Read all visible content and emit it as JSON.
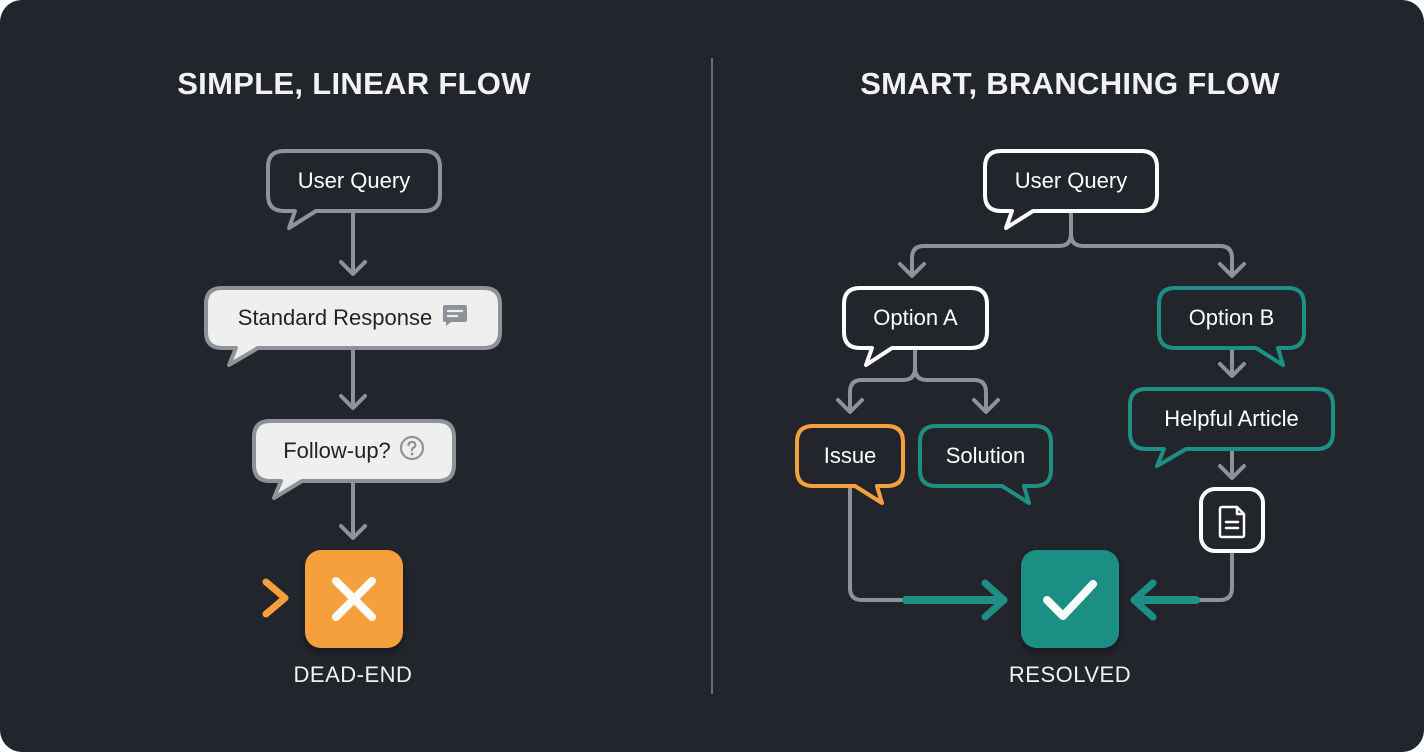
{
  "left_panel": {
    "title": "SIMPLE, LINEAR FLOW",
    "nodes": {
      "user_query": "User Query",
      "standard_response": "Standard Response",
      "follow_up": "Follow-up?"
    },
    "end_label": "DEAD-END"
  },
  "right_panel": {
    "title": "SMART, BRANCHING FLOW",
    "nodes": {
      "user_query": "User Query",
      "option_a": "Option A",
      "option_b": "Option B",
      "issue": "Issue",
      "solution": "Solution",
      "helpful_article": "Helpful Article"
    },
    "end_label": "RESOLVED"
  },
  "colors": {
    "background": "#22252c",
    "gray": "#8e9299",
    "orange": "#f5a03c",
    "teal": "#1e8f84",
    "white": "#ffffff"
  },
  "icons": [
    "chat-icon",
    "help-circle-icon",
    "close-x-icon",
    "document-icon",
    "checkmark-icon",
    "arrow-icon"
  ]
}
